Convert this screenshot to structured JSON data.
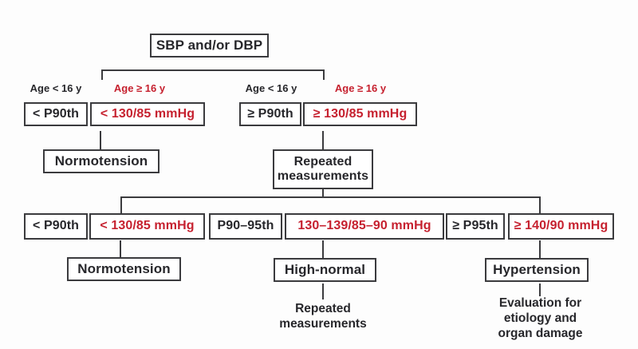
{
  "colors": {
    "red_text": "#c6212f",
    "black_text": "#27272b",
    "box_border": "#3b3b3e",
    "background": "#fdfdfd"
  },
  "flowchart": {
    "root": {
      "label": "SBP and/or DBP"
    },
    "branch_labels": [
      {
        "label": "Age < 16 y",
        "emphasis": "black"
      },
      {
        "label": "Age ≥ 16 y",
        "emphasis": "red"
      },
      {
        "label": "Age < 16 y",
        "emphasis": "black"
      },
      {
        "label": "Age ≥ 16 y",
        "emphasis": "red"
      }
    ],
    "tier1_boxes": [
      {
        "label": "< P90th",
        "emphasis": "black"
      },
      {
        "label": "< 130/85 mmHg",
        "emphasis": "red"
      },
      {
        "label": "≥ P90th",
        "emphasis": "black"
      },
      {
        "label": "≥ 130/85 mmHg",
        "emphasis": "red"
      }
    ],
    "tier1_outcomes": {
      "normotension": "Normotension",
      "repeated_measurements": "Repeated\nmeasurements"
    },
    "tier2_boxes": [
      {
        "label": "< P90th",
        "emphasis": "black"
      },
      {
        "label": "< 130/85 mmHg",
        "emphasis": "red"
      },
      {
        "label": "P90–95th",
        "emphasis": "black"
      },
      {
        "label": "130–139/85–90 mmHg",
        "emphasis": "red"
      },
      {
        "label": "≥ P95th",
        "emphasis": "black"
      },
      {
        "label": "≥ 140/90 mmHg",
        "emphasis": "red"
      }
    ],
    "tier2_outcomes": [
      {
        "label": "Normotension"
      },
      {
        "label": "High-normal"
      },
      {
        "label": "Hypertension"
      }
    ],
    "followups": {
      "high_normal": "Repeated\nmeasurements",
      "hypertension": "Evaluation for\netiology and\norgan damage"
    }
  }
}
